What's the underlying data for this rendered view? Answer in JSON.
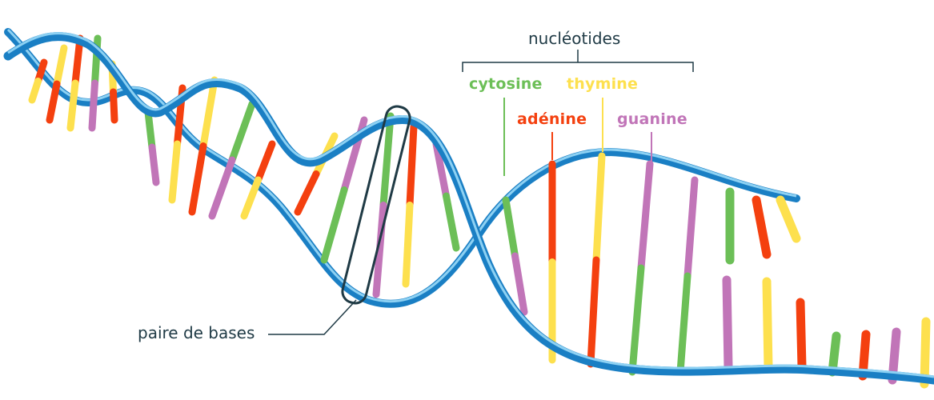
{
  "labels": {
    "nucleotides": "nucléotides",
    "cytosine": "cytosine",
    "thymine": "thymine",
    "adenine": "adénine",
    "guanine": "guanine",
    "base_pair": "paire de bases"
  },
  "colors": {
    "cytosine": "#6cbf57",
    "thymine": "#fde04e",
    "adenine": "#f4400f",
    "guanine": "#c175b8",
    "backbone_dark": "#1a7fc4",
    "backbone_light": "#8dd1f3",
    "text": "#1f3a45"
  }
}
